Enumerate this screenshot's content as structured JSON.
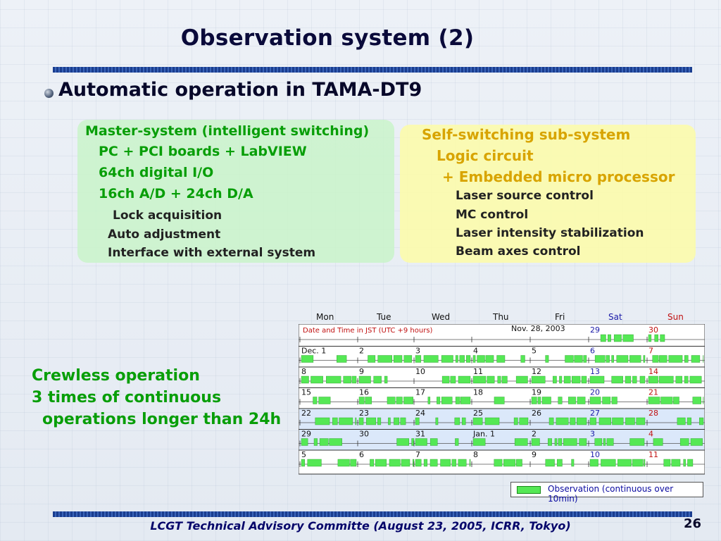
{
  "slide": {
    "title": "Observation system (2)",
    "heading": "Automatic operation in TAMA-DT9",
    "page_number": "26",
    "footer": "LCGT  Technical Advisory Committe (August 23, 2005, ICRR, Tokyo)"
  },
  "master": {
    "title": "Master-system (intelligent switching)",
    "items": [
      "PC + PCI boards + LabVIEW",
      "64ch digital I/O",
      "16ch A/D + 24ch D/A"
    ],
    "functions": [
      "Lock acquisition",
      "Auto adjustment",
      "Interface with external system"
    ]
  },
  "sub": {
    "title": "Self-switching sub-system",
    "line1": "Logic circuit",
    "line2": "+ Embedded micro processor",
    "functions": [
      "Laser source control",
      "MC control",
      "Laser intensity stabilization",
      "Beam axes control"
    ]
  },
  "crewless": {
    "lines": [
      "Crewless operation",
      "3 times of continuous",
      "operations longer than 24h"
    ]
  },
  "calendar": {
    "days": [
      "Mon",
      "Tue",
      "Wed",
      "Thu",
      "Fri",
      "Sat",
      "Sun"
    ],
    "day_colors": [
      "#111111",
      "#111111",
      "#111111",
      "#111111",
      "#111111",
      "#1a1aa8",
      "#c01010"
    ],
    "header_note": "Date and Time in JST  (UTC +9 hours)",
    "header_date": "Nov. 28, 2003",
    "weeks": [
      [
        "",
        "",
        "",
        "",
        "",
        "29",
        "30"
      ],
      [
        "Dec. 1",
        "2",
        "3",
        "4",
        "5",
        "6",
        "7"
      ],
      [
        "8",
        "9",
        "10",
        "11",
        "12",
        "13",
        "14"
      ],
      [
        "15",
        "16",
        "17",
        "18",
        "19",
        "20",
        "21"
      ],
      [
        "22",
        "23",
        "24",
        "25",
        "26",
        "27",
        "28"
      ],
      [
        "29",
        "30",
        "31",
        "Jan. 1",
        "2",
        "3",
        "4"
      ],
      [
        "5",
        "6",
        "7",
        "8",
        "9",
        "10",
        "11"
      ]
    ],
    "legend": "Observation (continuous over 10min)",
    "observation_color": "#55e855"
  }
}
